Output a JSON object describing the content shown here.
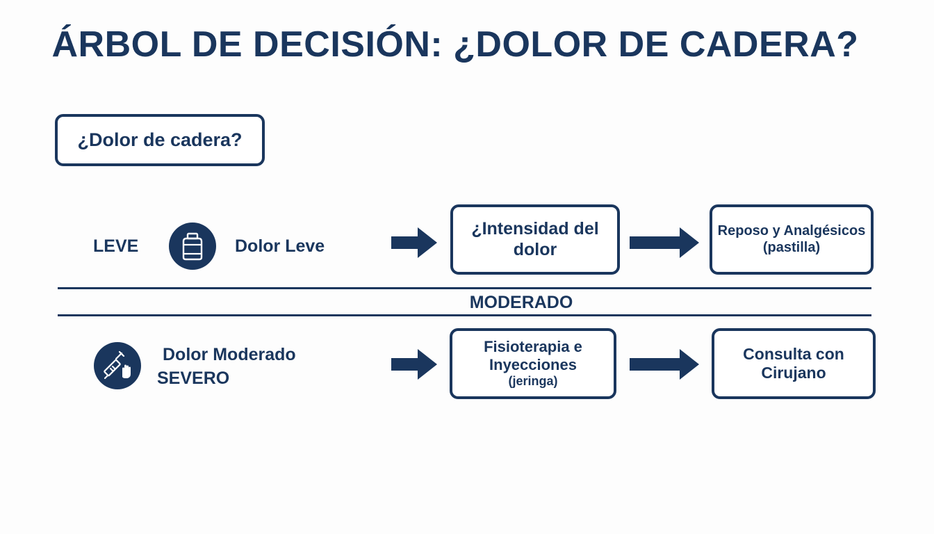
{
  "title": "ÁRBOL DE DECISIÓN: ¿DOLOR DE CADERA?",
  "start": {
    "label": "¿Dolor de cadera?"
  },
  "row_leve": {
    "level_label": "LEVE",
    "icon": "pill-bottle-icon",
    "condition": "Dolor Leve",
    "decision": {
      "line1": "¿Intensidad del",
      "line2": "dolor"
    },
    "outcome": {
      "line1": "Reposo y Analgésicos",
      "line2": "(pastilla)"
    }
  },
  "divider": {
    "label": "MODERADO"
  },
  "row_moderado": {
    "icon": "syringe-hand-icon",
    "condition": "Dolor Moderado",
    "level_label": "SEVERO",
    "treatment": {
      "line1": "Fisioterapia e",
      "line2": "Inyecciones",
      "line3": "(jeringa)"
    },
    "outcome": {
      "line1": "Consulta con",
      "line2": "Cirujano"
    }
  },
  "colors": {
    "primary": "#1a365d",
    "background": "#fdfdfd"
  }
}
